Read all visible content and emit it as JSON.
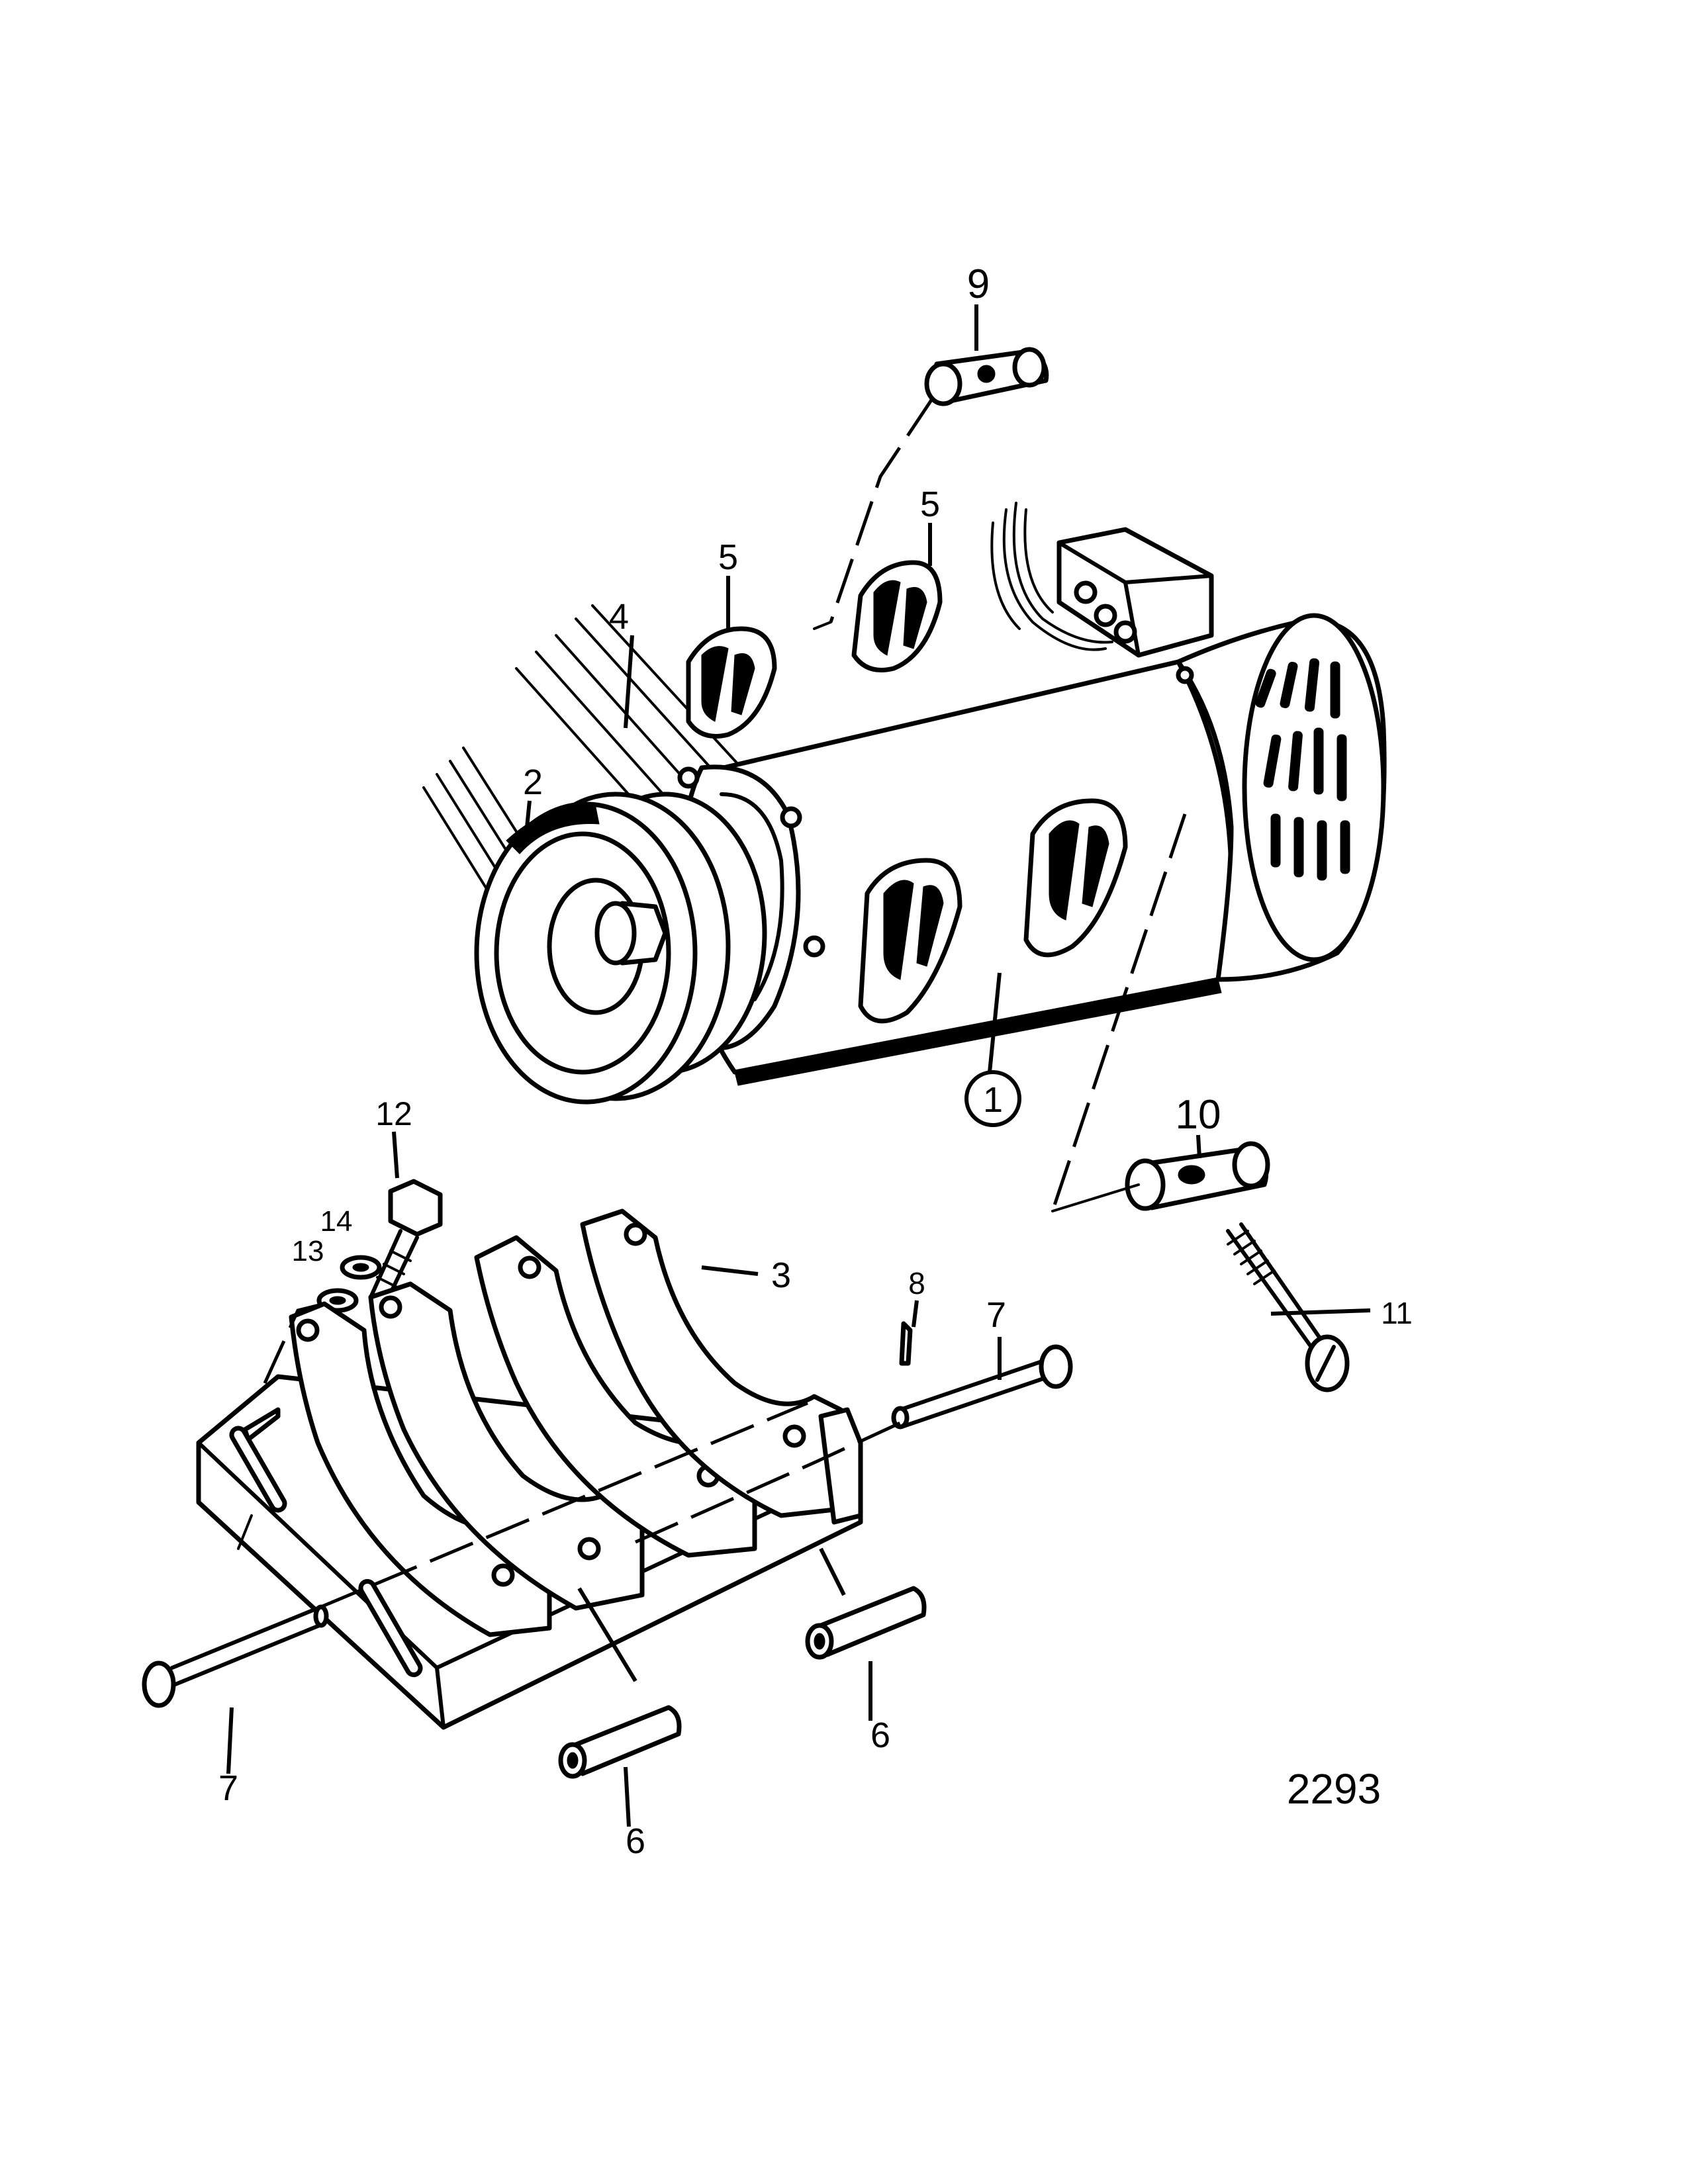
{
  "drawing_number": "2293",
  "callouts": {
    "c1": "1",
    "c2": "2",
    "c3": "3",
    "c4": "4",
    "c5a": "5",
    "c5b": "5",
    "c6a": "6",
    "c6b": "6",
    "c7a": "7",
    "c7b": "7",
    "c8": "8",
    "c9": "9",
    "c10": "10",
    "c11": "11",
    "c12": "12",
    "c13": "13",
    "c14": "14"
  }
}
